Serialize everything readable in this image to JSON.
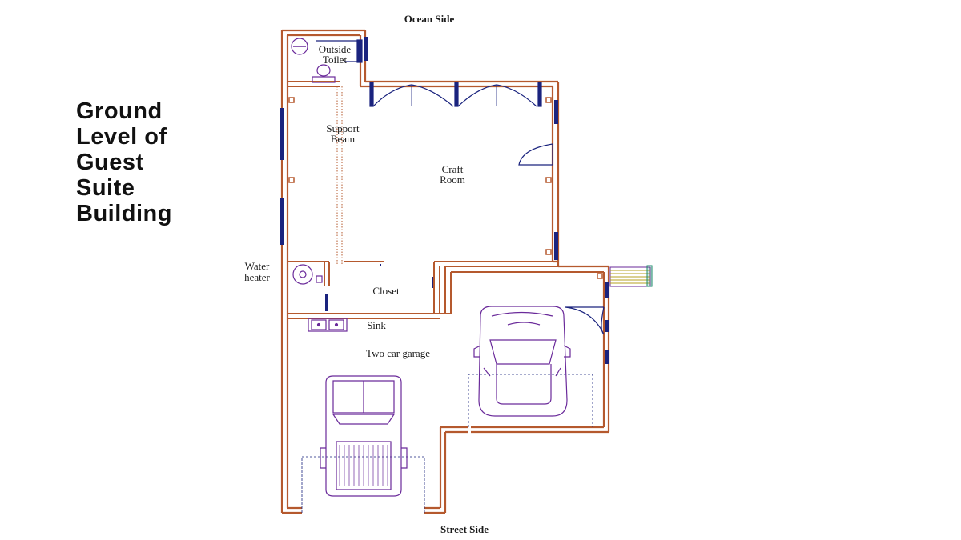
{
  "title_lines": [
    "Ground",
    "Level of",
    "Guest",
    "Suite",
    "Building"
  ],
  "labels": {
    "ocean_side": "Ocean Side",
    "street_side": "Street Side",
    "outside_toilet_1": "Outside",
    "outside_toilet_2": "Toilet",
    "support_beam_1": "Support",
    "support_beam_2": "Beam",
    "craft_room_1": "Craft",
    "craft_room_2": "Room",
    "water_heater_1": "Water",
    "water_heater_2": "heater",
    "closet": "Closet",
    "sink": "Sink",
    "garage": "Two car garage"
  },
  "colors": {
    "wall": "#b5592e",
    "fixture": "#6a2a9a",
    "window": "#1a237e",
    "text": "#1a1a1a"
  }
}
